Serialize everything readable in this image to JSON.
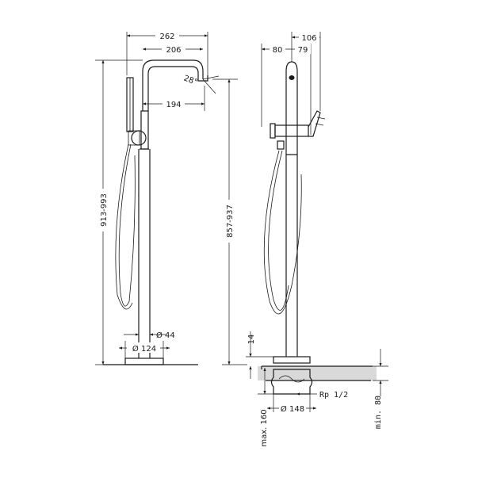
{
  "front_view": {
    "dims": {
      "width_total": "262",
      "width_spout": "206",
      "spout_angle": "28°",
      "spout_reach": "194",
      "height_total": "913-993",
      "column_dia": "Ø 44",
      "base_dia": "Ø 124"
    }
  },
  "side_view": {
    "dims": {
      "top_total": "106",
      "left_offset": "80",
      "right_offset": "79",
      "spout_height": "857-937",
      "base_plate": "14",
      "flange_dia": "Ø 148",
      "thread": "Rp 1/2",
      "max_depth": "max. 160",
      "min_depth": "min. 80"
    }
  },
  "colors": {
    "line": "#1a1a1a",
    "floor_fill": "#d9d9d9"
  }
}
